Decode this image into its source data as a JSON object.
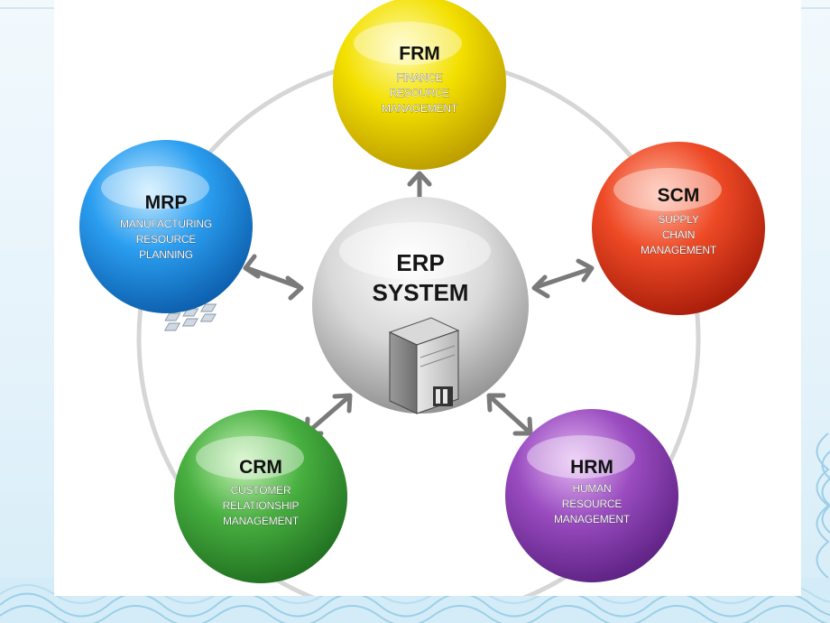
{
  "center": {
    "line1": "ERP",
    "line2": "SYSTEM"
  },
  "nodes": {
    "frm": {
      "abbr": "FRM",
      "lines": [
        "FINANCE",
        "RESOURCE",
        "MANAGEMENT"
      ],
      "color": "#e6d000"
    },
    "scm": {
      "abbr": "SCM",
      "lines": [
        "SUPPLY",
        "CHAIN",
        "MANAGEMENT"
      ],
      "color": "#e2341a"
    },
    "hrm": {
      "abbr": "HRM",
      "lines": [
        "HUMAN",
        "RESOURCE",
        "MANAGEMENT"
      ],
      "color": "#8d3fb0"
    },
    "crm": {
      "abbr": "CRM",
      "lines": [
        "CUSTOMER",
        "RELATIONSHIP",
        "MANAGEMENT"
      ],
      "color": "#3aa23a"
    },
    "mrp": {
      "abbr": "MRP",
      "lines": [
        "MANUFACTURING",
        "RESOURCE",
        "PLANNING"
      ],
      "color": "#1f8fe0"
    }
  }
}
